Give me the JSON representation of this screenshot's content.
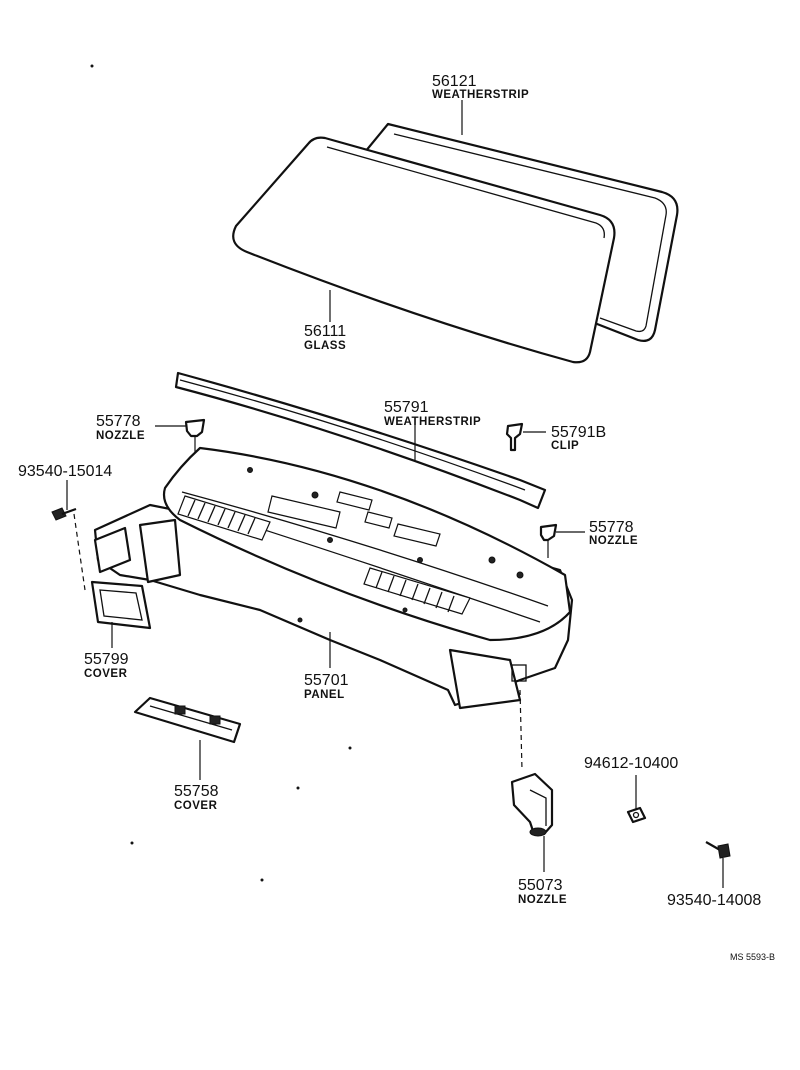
{
  "diagram_ref": "MS 5593-B",
  "parts": {
    "weatherstrip_56121": {
      "number": "56121",
      "name": "WEATHERSTRIP"
    },
    "glass_56111": {
      "number": "56111",
      "name": "GLASS"
    },
    "weatherstrip_55791": {
      "number": "55791",
      "name": "WEATHERSTRIP"
    },
    "nozzle_55778_left": {
      "number": "55778",
      "name": "NOZZLE"
    },
    "clip_55791b": {
      "number": "55791B",
      "name": "CLIP"
    },
    "nozzle_55778_right": {
      "number": "55778",
      "name": "NOZZLE"
    },
    "screw_93540_15014": {
      "number": "93540-15014"
    },
    "cover_55799": {
      "number": "55799",
      "name": "COVER"
    },
    "panel_55701": {
      "number": "55701",
      "name": "PANEL"
    },
    "cover_55758": {
      "number": "55758",
      "name": "COVER"
    },
    "nut_94612_10400": {
      "number": "94612-10400"
    },
    "nozzle_55073": {
      "number": "55073",
      "name": "NOZZLE"
    },
    "screw_93540_14008": {
      "number": "93540-14008"
    }
  }
}
